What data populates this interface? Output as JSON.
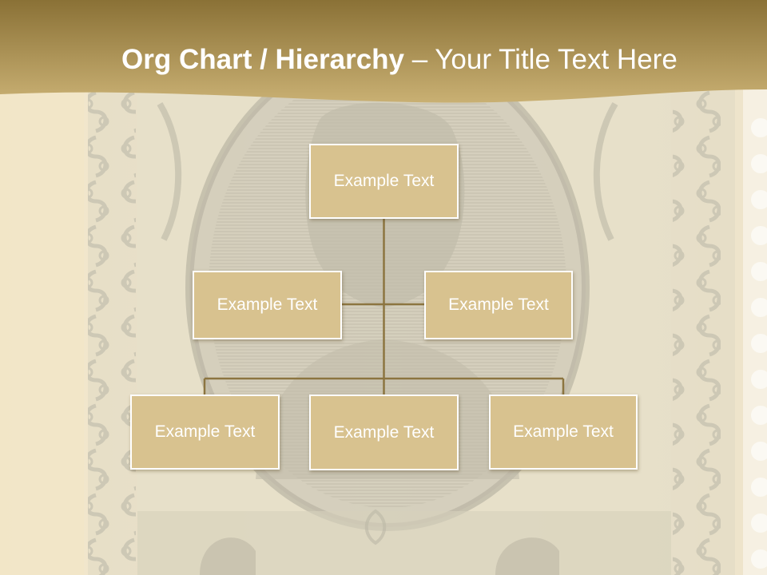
{
  "slide": {
    "title_bold": "Org Chart / Hierarchy",
    "title_rest": "– Your Title Text Here"
  },
  "org_chart": {
    "root": "Example Text",
    "assistants": [
      "Example Text",
      "Example Text"
    ],
    "children": [
      "Example Text",
      "Example Text",
      "Example Text"
    ]
  },
  "colors": {
    "header_dark": "#8a7136",
    "header_light": "#c9b073",
    "box_fill": "#d8c28f",
    "box_border": "#ffffff",
    "connector": "#8c7540",
    "paper": "#f1e7cf",
    "stamp_ink": "#b9b6a6"
  }
}
